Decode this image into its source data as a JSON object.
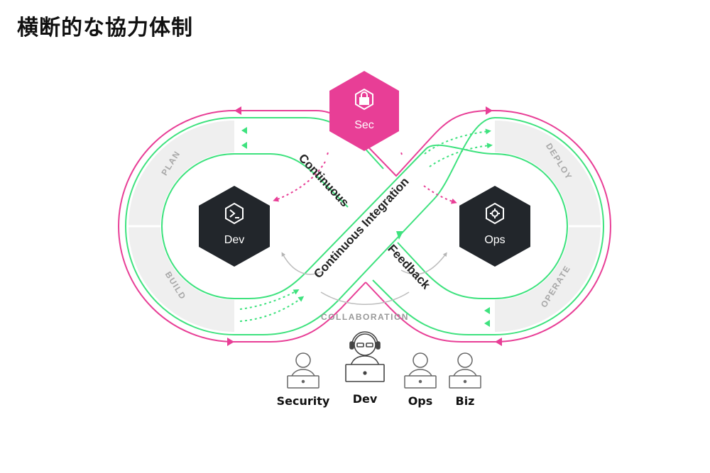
{
  "title": "横断的な協力体制",
  "loop": {
    "segments": {
      "plan": "PLAN",
      "build": "BUILD",
      "deploy": "DEPLOY",
      "operate": "OPERATE"
    },
    "flows": {
      "continuous": "Continuous",
      "continuous_integration": "Continuous Integration",
      "feedback": "Feedback"
    },
    "hexagons": {
      "sec": "Sec",
      "dev": "Dev",
      "ops": "Ops"
    },
    "colors": {
      "magenta": "#e83e96",
      "green": "#3ee27e",
      "dark": "#22262b",
      "sector_fill": "#efefef"
    }
  },
  "collaboration": {
    "label": "COLLABORATION",
    "people": [
      {
        "label": "Security",
        "icon": "person-laptop-icon"
      },
      {
        "label": "Dev",
        "icon": "person-headset-laptop-icon"
      },
      {
        "label": "Ops",
        "icon": "person-laptop-icon"
      },
      {
        "label": "Biz",
        "icon": "person-laptop-icon"
      }
    ]
  }
}
